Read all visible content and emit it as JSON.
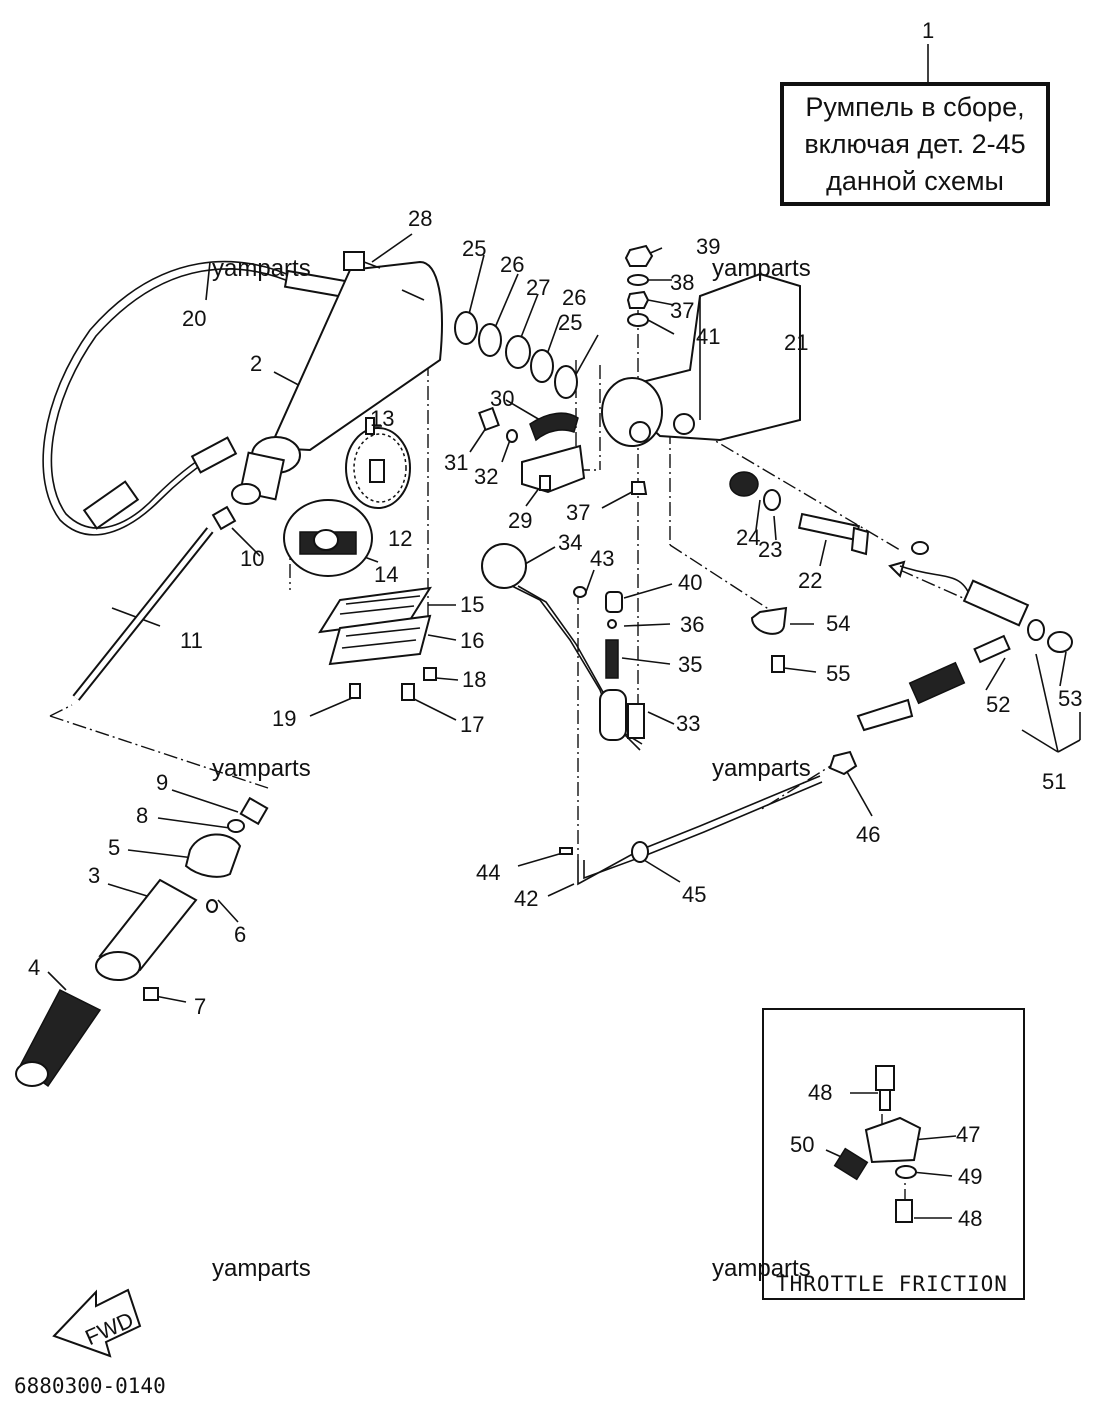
{
  "title_box": {
    "line1": "Румпель в сборе,",
    "line2": "включая дет. 2-45",
    "line3": "данной схемы"
  },
  "title_callout": "1",
  "watermark": "yamparts",
  "inset_label": "THROTTLE FRICTION",
  "fwd_label": "FWD",
  "diagram_code": "6880300-0140",
  "callouts": [
    "2",
    "3",
    "4",
    "5",
    "6",
    "7",
    "8",
    "9",
    "10",
    "11",
    "12",
    "13",
    "14",
    "15",
    "16",
    "17",
    "18",
    "19",
    "20",
    "21",
    "22",
    "23",
    "24",
    "25",
    "25",
    "26",
    "26",
    "27",
    "28",
    "29",
    "30",
    "31",
    "32",
    "33",
    "34",
    "35",
    "36",
    "37",
    "37",
    "38",
    "39",
    "40",
    "41",
    "42",
    "43",
    "44",
    "45",
    "46",
    "47",
    "48",
    "48",
    "49",
    "50",
    "51",
    "52",
    "53",
    "54",
    "55"
  ]
}
